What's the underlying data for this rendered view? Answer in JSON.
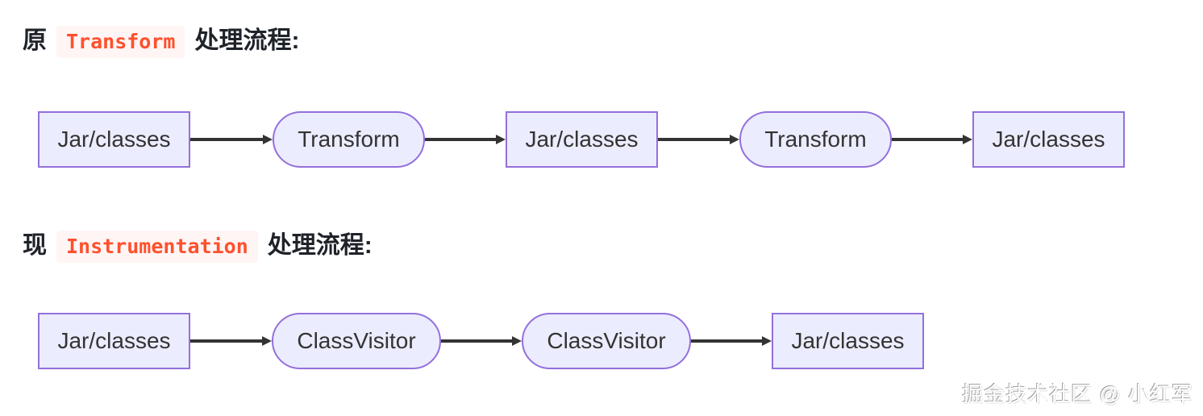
{
  "headings": [
    {
      "prefix": "原",
      "code": "Transform",
      "suffix": "处理流程:"
    },
    {
      "prefix": "现",
      "code": "Instrumentation",
      "suffix": "处理流程:"
    }
  ],
  "flows": [
    {
      "name": "transform-flow",
      "nodes": [
        {
          "label": "Jar/classes",
          "shape": "rect"
        },
        {
          "label": "Transform",
          "shape": "stadium"
        },
        {
          "label": "Jar/classes",
          "shape": "rect"
        },
        {
          "label": "Transform",
          "shape": "stadium"
        },
        {
          "label": "Jar/classes",
          "shape": "rect"
        }
      ]
    },
    {
      "name": "instrumentation-flow",
      "nodes": [
        {
          "label": "Jar/classes",
          "shape": "rect"
        },
        {
          "label": "ClassVisitor",
          "shape": "stadium"
        },
        {
          "label": "ClassVisitor",
          "shape": "stadium"
        },
        {
          "label": "Jar/classes",
          "shape": "rect"
        }
      ]
    }
  ],
  "watermark": "掘金技术社区 @ 小红军",
  "colors": {
    "page_background": "#ffffff",
    "node_fill": "#ECECFF",
    "node_border": "#9370DB",
    "node_text": "#333333",
    "arrow": "#333333",
    "heading_text": "#1f2329",
    "code_text": "#ff502c",
    "code_background": "#fff5f5",
    "watermark_text": "#ffffff"
  }
}
